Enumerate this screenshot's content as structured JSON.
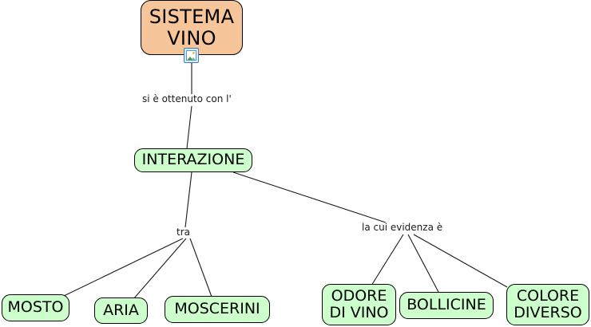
{
  "map": {
    "title": "SISTEMA VINO",
    "background_color": "#ffffff",
    "root_fill": "#f6c69a",
    "concept_fill": "#ccffcc",
    "line_color": "#1a1a1a"
  },
  "nodes": {
    "root": {
      "label": "SISTEMA\nVINO"
    },
    "interazione": {
      "label": "INTERAZIONE"
    },
    "mosto": {
      "label": "MOSTO"
    },
    "aria": {
      "label": "ARIA"
    },
    "moscerini": {
      "label": "MOSCERINI"
    },
    "odore_di_vino": {
      "label": "ODORE\nDI VINO"
    },
    "bollicine": {
      "label": "BOLLICINE"
    },
    "colore_diverso": {
      "label": "COLORE\nDIVERSO"
    }
  },
  "edge_labels": {
    "si_e_ottenuto": "si è ottenuto con l'",
    "tra": "tra",
    "la_cui_evidenza": "la cui evidenza è"
  },
  "badges": {
    "root_resource_icon": "image-icon"
  }
}
